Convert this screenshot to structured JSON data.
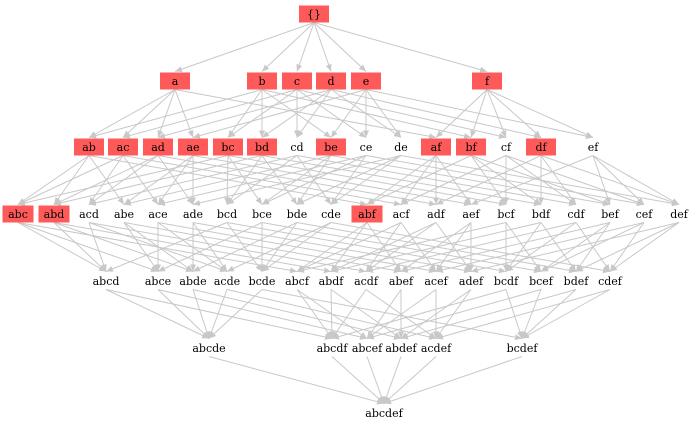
{
  "colors": {
    "edge": "#c8c8c8",
    "highlight": "#ff5a5a",
    "text": "#000000"
  },
  "layers": [
    [
      "{}"
    ],
    [
      "a",
      "b",
      "c",
      "d",
      "e",
      "f"
    ],
    [
      "ab",
      "ac",
      "ad",
      "ae",
      "bc",
      "bd",
      "cd",
      "be",
      "ce",
      "de",
      "af",
      "bf",
      "cf",
      "df",
      "ef"
    ],
    [
      "abc",
      "abd",
      "acd",
      "abe",
      "ace",
      "ade",
      "bcd",
      "bce",
      "bde",
      "cde",
      "abf",
      "acf",
      "adf",
      "aef",
      "bcf",
      "bdf",
      "cdf",
      "bef",
      "cef",
      "def"
    ],
    [
      "abcd",
      "abce",
      "abde",
      "acde",
      "bcde",
      "abcf",
      "abdf",
      "acdf",
      "abef",
      "acef",
      "adef",
      "bcdf",
      "bcef",
      "bdef",
      "cdef"
    ],
    [
      "abcde",
      "abcdf",
      "abcef",
      "abdef",
      "acdef",
      "bcdef"
    ],
    [
      "abcdef"
    ]
  ],
  "highlighted": [
    "{}",
    "a",
    "b",
    "c",
    "d",
    "e",
    "f",
    "ab",
    "ac",
    "ad",
    "ae",
    "bc",
    "bd",
    "be",
    "af",
    "bf",
    "df",
    "abc",
    "abd",
    "abf"
  ]
}
